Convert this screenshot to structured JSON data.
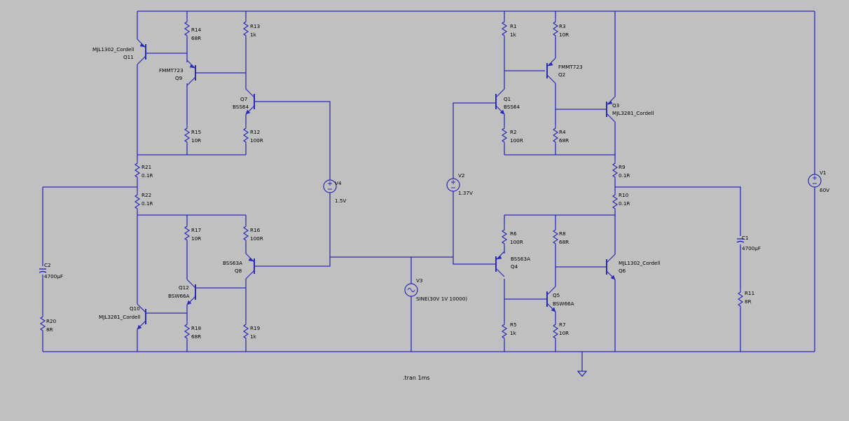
{
  "colors": {
    "background": "#c0c0c0",
    "wire": "#2a2ab8",
    "text": "#000000"
  },
  "components": {
    "q11": {
      "name": "Q11",
      "model": "MJL1302_Cordell"
    },
    "q9": {
      "name": "Q9",
      "model": "FMMT723"
    },
    "q7": {
      "name": "Q7",
      "model": "BSS64"
    },
    "q10": {
      "name": "Q10",
      "model": "MJL3281_Cordell"
    },
    "q12": {
      "name": "Q12",
      "model": "BSW66A"
    },
    "q8": {
      "name": "Q8",
      "model": "BSS63A"
    },
    "q1": {
      "name": "Q1",
      "model": "BSS64"
    },
    "q2": {
      "name": "Q2",
      "model": "FMMT723"
    },
    "q3": {
      "name": "Q3",
      "model": "MJL3281_Cordell"
    },
    "q4": {
      "name": "Q4",
      "model": "BSS63A"
    },
    "q5": {
      "name": "Q5",
      "model": "BSW66A"
    },
    "q6": {
      "name": "Q6",
      "model": "MJL1302_Cordell"
    },
    "r14": {
      "name": "R14",
      "value": "68R"
    },
    "r13": {
      "name": "R13",
      "value": "1k"
    },
    "r15": {
      "name": "R15",
      "value": "10R"
    },
    "r12": {
      "name": "R12",
      "value": "100R"
    },
    "r21": {
      "name": "R21",
      "value": "0.1R"
    },
    "r22": {
      "name": "R22",
      "value": "0.1R"
    },
    "r17": {
      "name": "R17",
      "value": "10R"
    },
    "r16": {
      "name": "R16",
      "value": "100R"
    },
    "r18": {
      "name": "R18",
      "value": "68R"
    },
    "r19": {
      "name": "R19",
      "value": "1k"
    },
    "r20": {
      "name": "R20",
      "value": "8R"
    },
    "r1": {
      "name": "R1",
      "value": "1k"
    },
    "r3": {
      "name": "R3",
      "value": "10R"
    },
    "r2": {
      "name": "R2",
      "value": "100R"
    },
    "r4": {
      "name": "R4",
      "value": "68R"
    },
    "r9": {
      "name": "R9",
      "value": "0.1R"
    },
    "r10": {
      "name": "R10",
      "value": "0.1R"
    },
    "r6": {
      "name": "R6",
      "value": "100R"
    },
    "r8": {
      "name": "R8",
      "value": "68R"
    },
    "r5": {
      "name": "R5",
      "value": "1k"
    },
    "r7": {
      "name": "R7",
      "value": "10R"
    },
    "r11": {
      "name": "R11",
      "value": "8R"
    },
    "c1": {
      "name": "C1",
      "value": "4700µF"
    },
    "c2": {
      "name": "C2",
      "value": "4700µF"
    },
    "v1": {
      "name": "V1",
      "value": "60V"
    },
    "v2": {
      "name": "V2",
      "value": "1.37V"
    },
    "v3": {
      "name": "V3",
      "value": "SINE(30V 1V 10000)"
    },
    "v4": {
      "name": "V4",
      "value": "1.5V"
    }
  },
  "directive": ".tran 1ms"
}
